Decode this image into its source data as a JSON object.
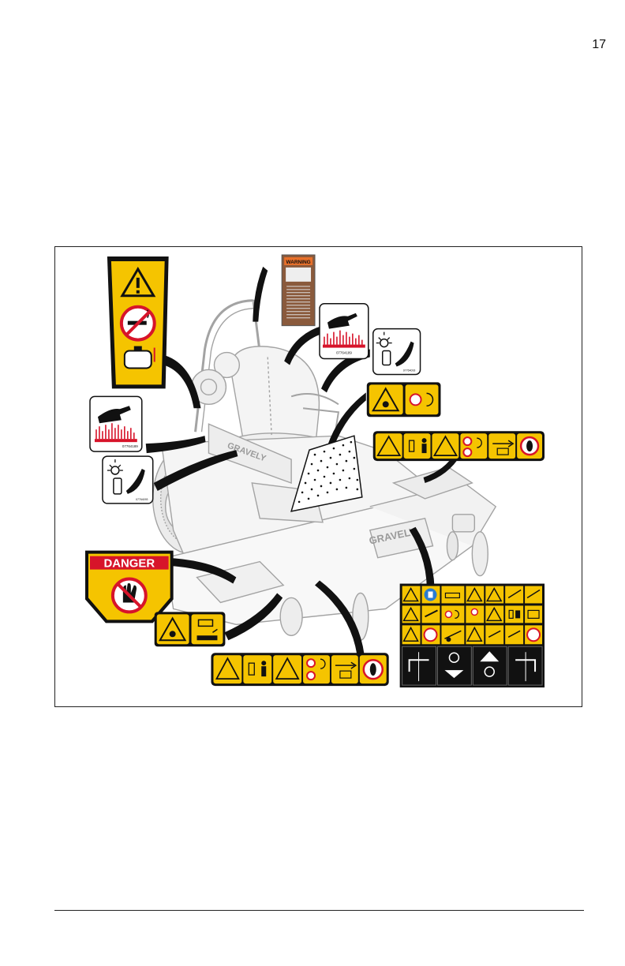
{
  "page": {
    "page_number": "17"
  },
  "figure": {
    "brand_label": "GRAVELY",
    "warning_decal_header": "WARNING",
    "danger_decal_header": "DANGER",
    "part_numbers": {
      "hand_blade_decal_upper": "07764189",
      "hand_blade_decal_left": "07764189",
      "burn_decal_upper": "07764093",
      "burn_decal_left": "07764093"
    }
  },
  "colors": {
    "decal_yellow": "#f5c400",
    "danger_red": "#d7142a",
    "decal_black": "#111111",
    "warning_orange": "#e8702a",
    "mower_outline": "#9a9a9a"
  }
}
